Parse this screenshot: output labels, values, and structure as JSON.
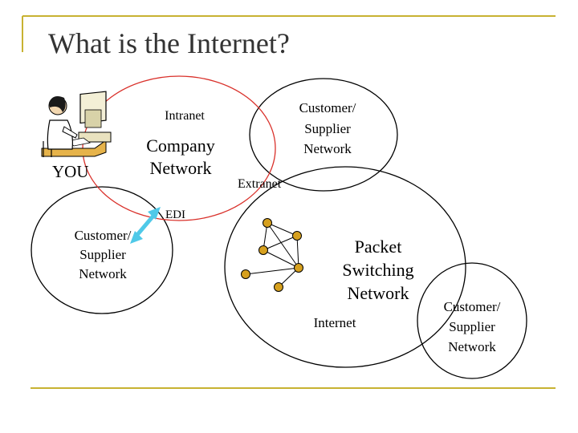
{
  "slide": {
    "title": "What is the Internet?",
    "accent_color": "#c8b232",
    "intranet_circle_color": "#d9302a",
    "circle_color": "#000000",
    "edi_arrow_color": "#4fc9e8",
    "node_color": "#d6a01e"
  },
  "diagram": {
    "you_label": "YOU",
    "you_icon": "person-at-computer-icon",
    "intranet_label": "Intranet",
    "company_network_line1": "Company",
    "company_network_line2": "Network",
    "extranet_label": "Extranet",
    "edi_label": "EDI",
    "top_partner": [
      "Customer/",
      "Supplier",
      "Network"
    ],
    "left_partner": [
      "Customer/",
      "Supplier",
      "Network"
    ],
    "right_partner": [
      "Customer/",
      "Supplier",
      "Network"
    ],
    "packet_switching": [
      "Packet",
      "Switching",
      "Network"
    ],
    "internet_label": "Internet"
  }
}
